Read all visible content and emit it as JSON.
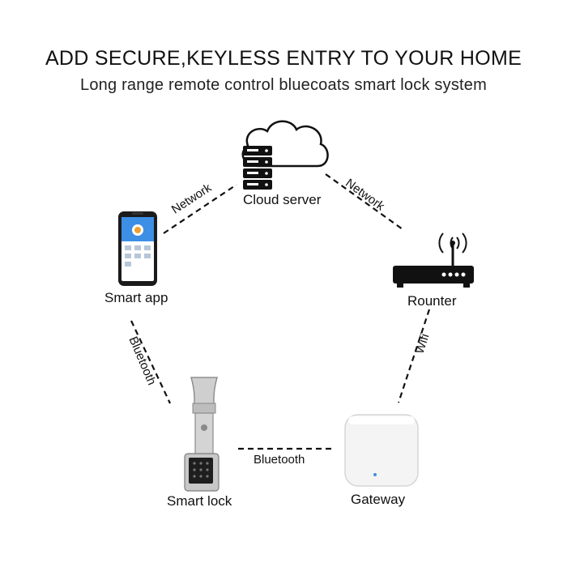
{
  "header": {
    "title": "ADD SECURE,KEYLESS ENTRY TO YOUR HOME",
    "subtitle": "Long range remote control bluecoats smart lock system"
  },
  "nodes": {
    "cloud": {
      "label": "Cloud server",
      "icon": "cloud-server-icon"
    },
    "app": {
      "label": "Smart app",
      "icon": "smartphone-icon"
    },
    "router": {
      "label": "Rounter",
      "icon": "router-icon"
    },
    "lock": {
      "label": "Smart lock",
      "icon": "smart-lock-icon"
    },
    "gateway": {
      "label": "Gateway",
      "icon": "gateway-icon"
    }
  },
  "edges": {
    "app_cloud": "Network",
    "cloud_router": "Network",
    "app_lock": "Bluetooth",
    "router_gateway": "Wifi",
    "lock_gateway": "Bluetooth"
  },
  "colors": {
    "app_accent": "#3d8fe6",
    "lines": "#111111",
    "gateway_led": "#3d8fe6"
  }
}
